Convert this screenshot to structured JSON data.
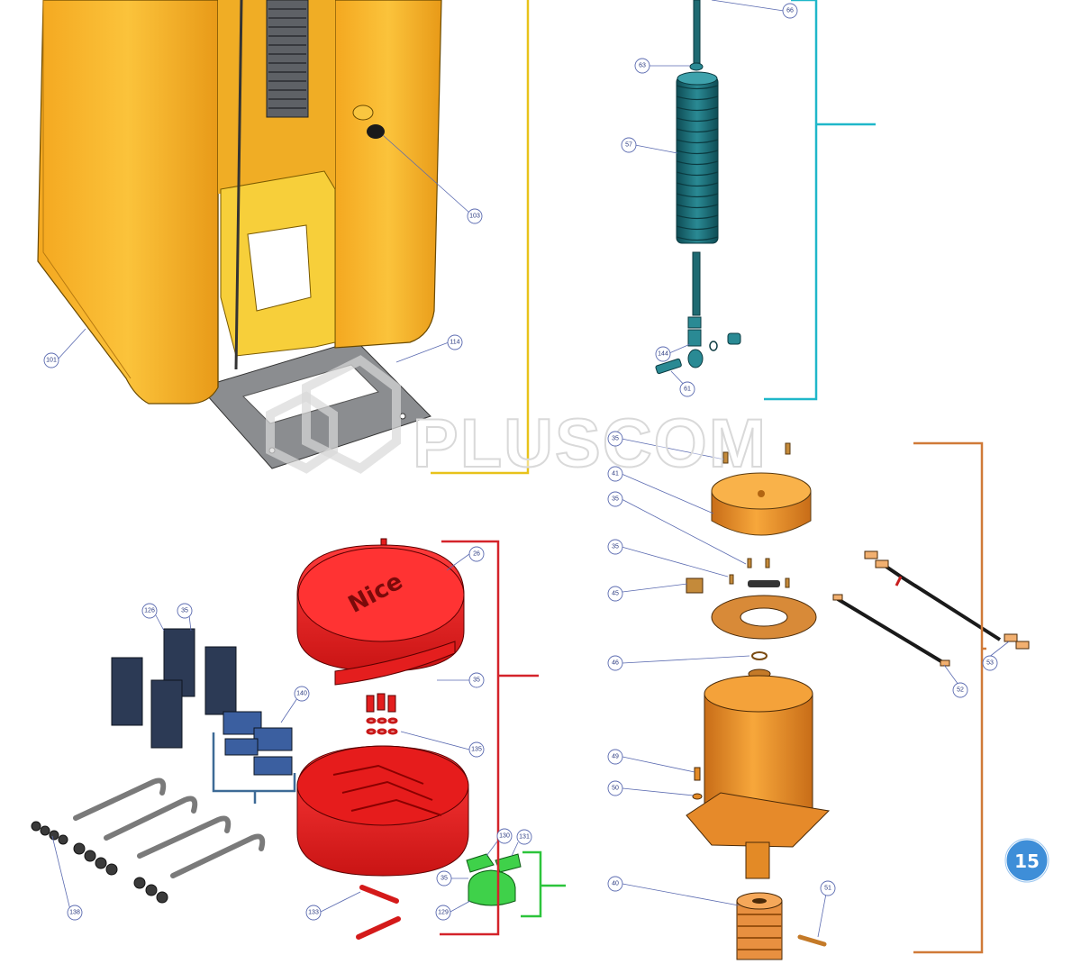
{
  "watermark": {
    "text": "PLUSCOM"
  },
  "group_badge": {
    "number": "15",
    "color": "#3e8ed8"
  },
  "logo": {
    "text": "Nice"
  },
  "colors": {
    "housing": "#f7b528",
    "spring": "#1d6b73",
    "control_box": "#e41e1e",
    "motor": "#f29a2e",
    "bracket_blocks": "#2c3a55",
    "cover_green": "#3fd14a",
    "bracket_yellow": "#e8c21a",
    "bracket_cyan": "#1fb7c9",
    "bracket_red": "#d4232a",
    "bracket_orange": "#d07a38",
    "bracket_green": "#2cc43b",
    "bracket_blue": "#3d6a96"
  },
  "parts": [
    {
      "id": "p66",
      "label": "66"
    },
    {
      "id": "p63",
      "label": "63"
    },
    {
      "id": "p57",
      "label": "57"
    },
    {
      "id": "p144",
      "label": "144"
    },
    {
      "id": "p61",
      "label": "61"
    },
    {
      "id": "p103",
      "label": "103"
    },
    {
      "id": "p101",
      "label": "101"
    },
    {
      "id": "p114",
      "label": "114"
    },
    {
      "id": "p35a",
      "label": "35"
    },
    {
      "id": "p41",
      "label": "41"
    },
    {
      "id": "p35b",
      "label": "35"
    },
    {
      "id": "p35c",
      "label": "35"
    },
    {
      "id": "p45",
      "label": "45"
    },
    {
      "id": "p46",
      "label": "46"
    },
    {
      "id": "p49",
      "label": "49"
    },
    {
      "id": "p50",
      "label": "50"
    },
    {
      "id": "p40",
      "label": "40"
    },
    {
      "id": "p51",
      "label": "51"
    },
    {
      "id": "p52",
      "label": "52"
    },
    {
      "id": "p53",
      "label": "53"
    },
    {
      "id": "p26",
      "label": "26"
    },
    {
      "id": "p35d",
      "label": "35"
    },
    {
      "id": "p135",
      "label": "135"
    },
    {
      "id": "p126",
      "label": "126"
    },
    {
      "id": "p35e",
      "label": "35"
    },
    {
      "id": "p140",
      "label": "140"
    },
    {
      "id": "p138",
      "label": "138"
    },
    {
      "id": "p133",
      "label": "133"
    },
    {
      "id": "p130",
      "label": "130"
    },
    {
      "id": "p131",
      "label": "131"
    },
    {
      "id": "p35f",
      "label": "35"
    },
    {
      "id": "p129",
      "label": "129"
    }
  ]
}
